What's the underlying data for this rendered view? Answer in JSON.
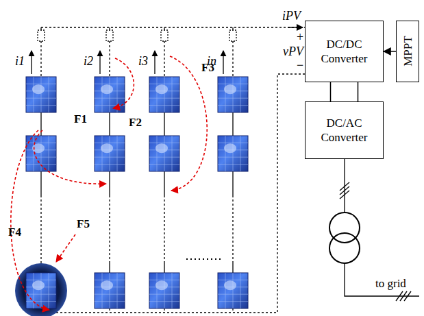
{
  "diagram": {
    "nodes": [
      {
        "text": [
          "DC/DC Converter"
        ]
      },
      {
        "text": [
          "MPPT"
        ]
      },
      {
        "text": [
          "DC/AC Converter"
        ]
      }
    ],
    "edges": [
      {
        "from": 1,
        "to": 0,
        "arrow": "to"
      },
      {
        "from": 0,
        "to": 2,
        "arrow": "none"
      }
    ],
    "labels": [
      "iPV",
      "+",
      "vPV",
      "−",
      "i1",
      "i2",
      "i3",
      "in",
      "F1",
      "F2",
      "F3",
      "F4",
      "F5",
      "to grid"
    ]
  }
}
